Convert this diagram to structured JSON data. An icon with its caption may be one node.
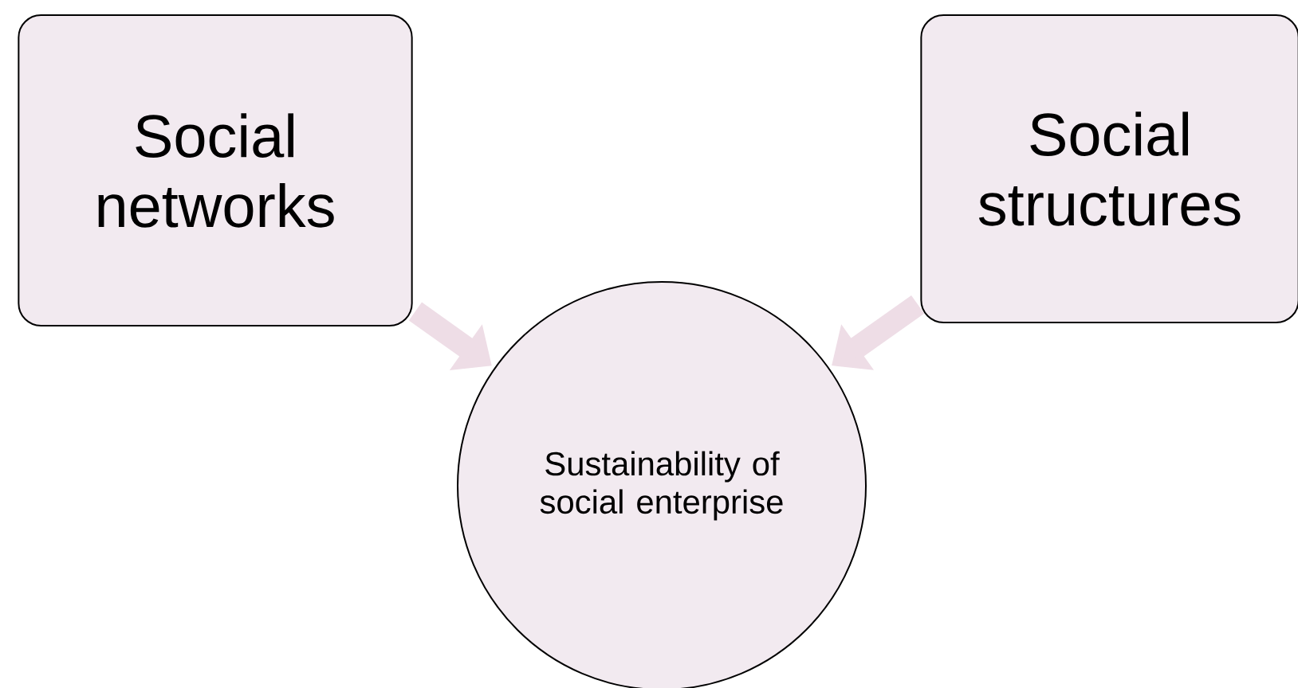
{
  "diagram": {
    "nodes": [
      {
        "text": [
          "Social networks"
        ]
      },
      {
        "text": [
          "Social structures"
        ]
      },
      {
        "text": [
          "Sustainability of social enterprise"
        ]
      }
    ],
    "edges": [
      {
        "from": 0,
        "to": 2,
        "arrow": "to"
      },
      {
        "from": 1,
        "to": 2,
        "arrow": "to"
      }
    ]
  }
}
